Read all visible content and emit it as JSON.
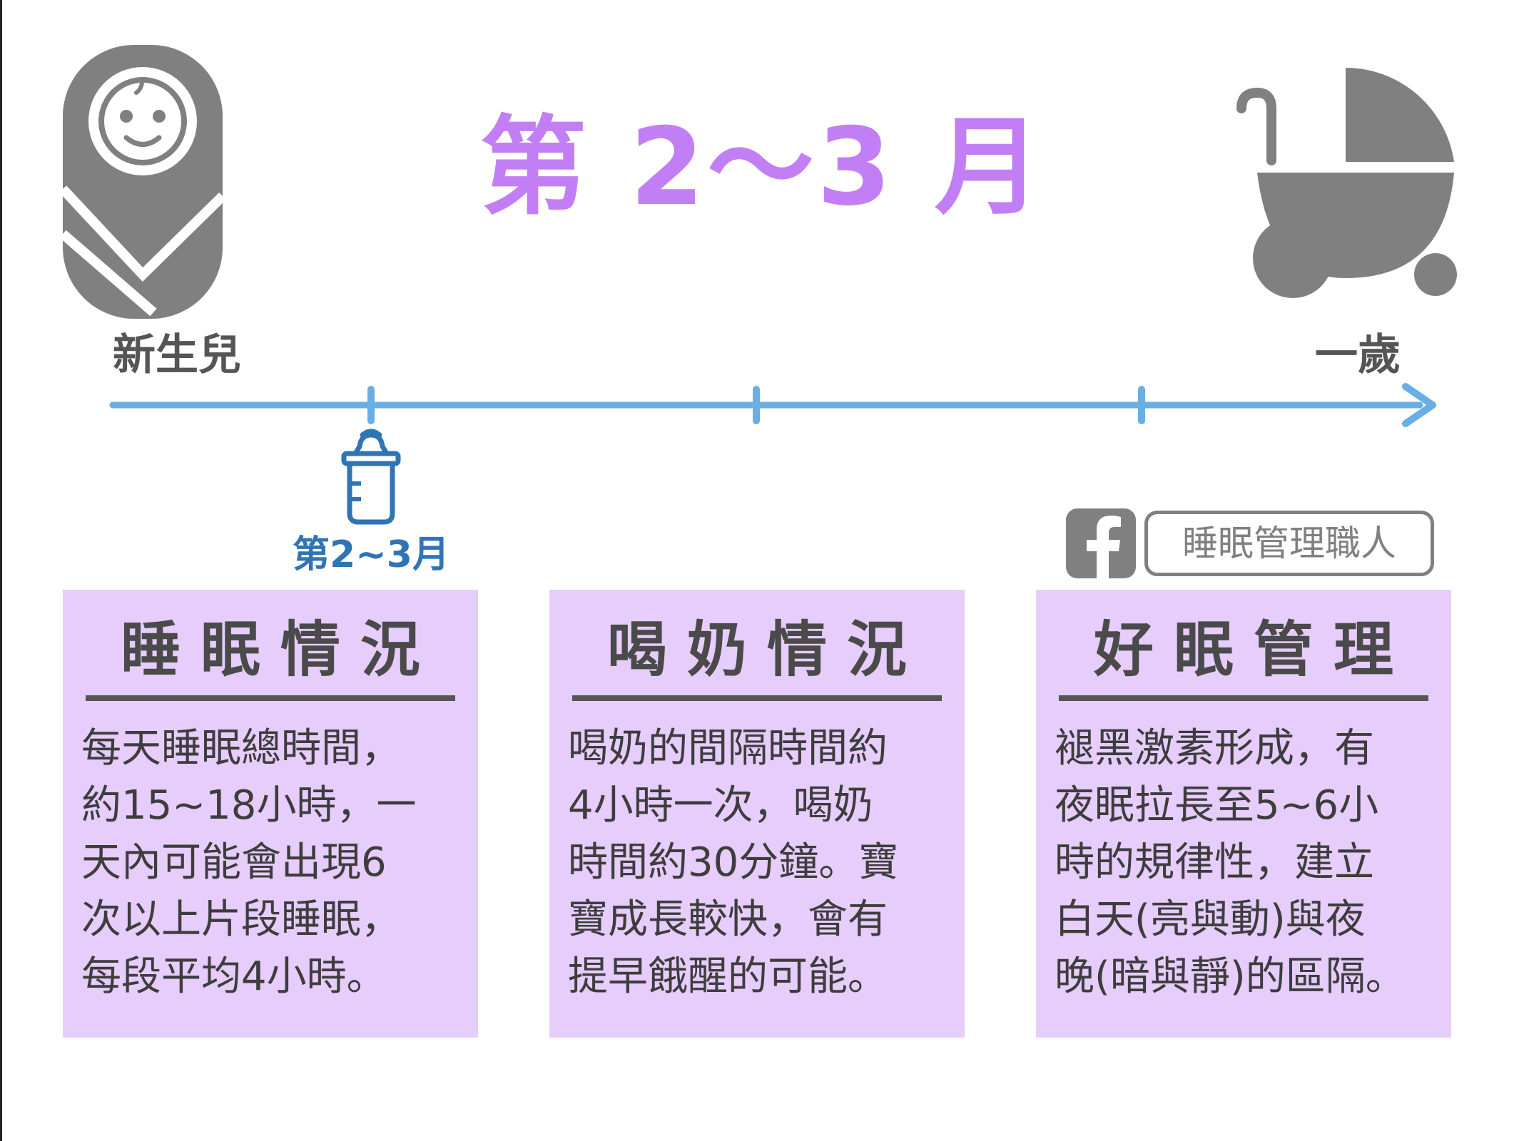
{
  "title": "第 2～3 月",
  "timeline": {
    "start_label": "新生兒",
    "end_label": "一歲",
    "milestone_label": "第2~3月",
    "colors": {
      "line": "#6aaee6",
      "milestone": "#2f74b5",
      "icon": "#808080"
    }
  },
  "brand": {
    "name": "睡眠管理職人",
    "icon": "facebook-icon"
  },
  "cards": [
    {
      "title": "睡眠情況",
      "body": "每天睡眠總時間，\n約15~18小時，一\n天內可能會出現6\n次以上片段睡眠，\n每段平均4小時。"
    },
    {
      "title": "喝奶情況",
      "body": "喝奶的間隔時間約\n4小時一次，喝奶\n時間約30分鐘。寶\n寶成長較快，會有\n提早餓醒的可能。"
    },
    {
      "title": "好眠管理",
      "body": "褪黑激素形成，有\n夜眠拉長至5~6小\n時的規律性，建立\n白天(亮與動)與夜\n晚(暗與靜)的區隔。"
    }
  ],
  "colors": {
    "title": "#c27ff5",
    "card_bg": "#e6cdfb",
    "text": "#3d3d3d"
  }
}
